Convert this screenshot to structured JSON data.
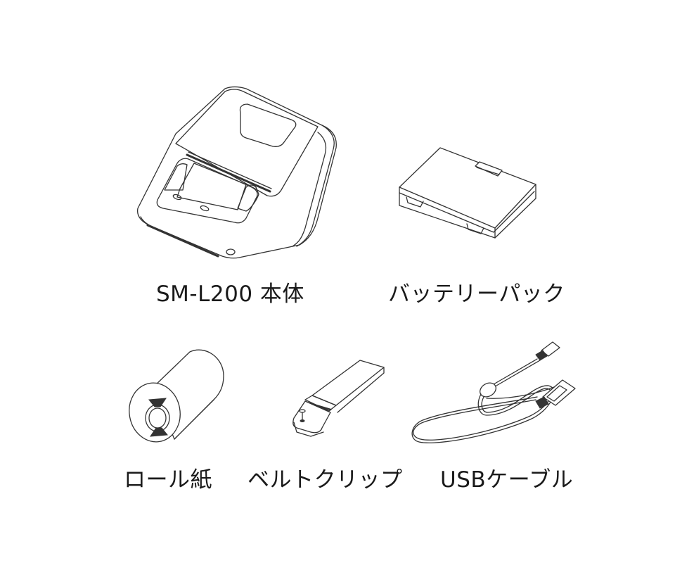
{
  "items": [
    {
      "id": "printer",
      "label": "SM-L200 本体",
      "icon": "printer-illustration"
    },
    {
      "id": "battery",
      "label": "バッテリーパック",
      "icon": "battery-pack-illustration"
    },
    {
      "id": "paper",
      "label": "ロール紙",
      "icon": "paper-roll-illustration"
    },
    {
      "id": "clip",
      "label": "ベルトクリップ",
      "icon": "belt-clip-illustration"
    },
    {
      "id": "cable",
      "label": "USBケーブル",
      "icon": "usb-cable-illustration"
    }
  ],
  "colors": {
    "background": "#ffffff",
    "line": "#333333",
    "text": "#1a1a1a"
  }
}
